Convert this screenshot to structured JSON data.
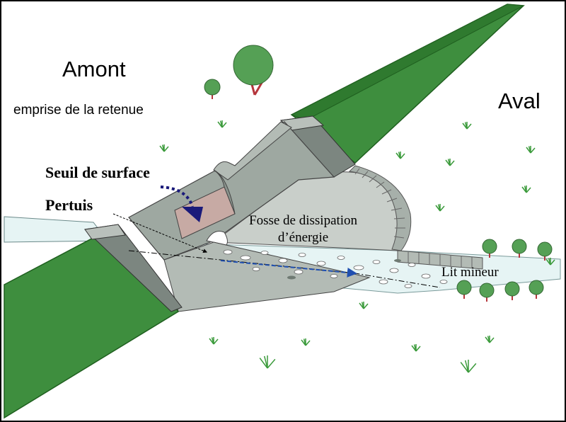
{
  "labels": {
    "upstream": "Amont",
    "reservoir": "emprise de la retenue",
    "downstream": "Aval",
    "surface_weir": "Seuil de surface",
    "outlet": "Pertuis",
    "stilling_basin_line1": "Fosse de dissipation",
    "stilling_basin_line2": "d’énergie",
    "riverbed": "Lit mineur"
  },
  "colors": {
    "embankment_green": "#3e8e3e",
    "embankment_dark": "#1f5f1f",
    "concrete": "#9ea8a1",
    "concrete_light": "#c9cfca",
    "concrete_dark": "#6f7a73",
    "water": "#e6f4f4",
    "weir_notch": "#c7aaa4",
    "flow_arrow": "#1f4fb0",
    "spill_arrow": "#1a1a7a",
    "tree": "#55a055",
    "trunk": "#b5363c",
    "grass": "#3a9a3a"
  }
}
